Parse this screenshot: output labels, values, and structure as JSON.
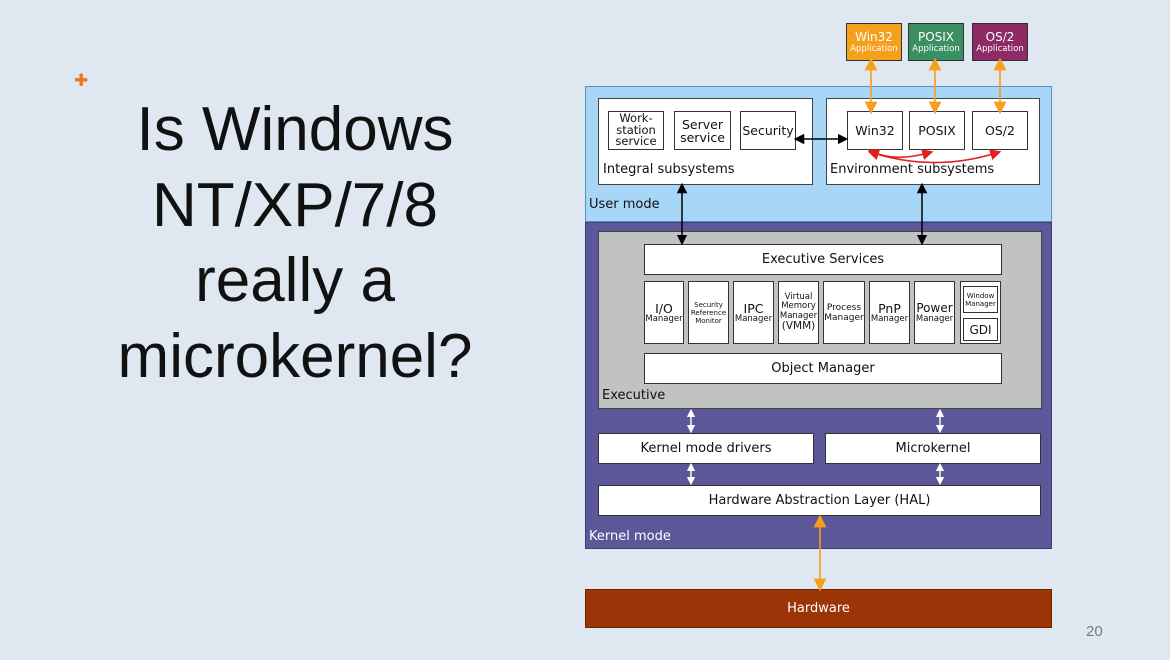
{
  "slide": {
    "bullet": "✚",
    "title_lines": [
      "Is Windows",
      "NT/XP/7/8",
      "really a",
      "microkernel?"
    ],
    "page_number": "20"
  },
  "diagram": {
    "applications": [
      {
        "name": "Win32",
        "sub": "Application",
        "color": "#f5a01c"
      },
      {
        "name": "POSIX",
        "sub": "Application",
        "color": "#3a8f63"
      },
      {
        "name": "OS/2",
        "sub": "Application",
        "color": "#8e2a66"
      }
    ],
    "user_mode": {
      "label": "User mode",
      "integral": {
        "label": "Integral subsystems",
        "boxes": [
          "Work-\nstation\nservice",
          "Server\nservice",
          "Security"
        ]
      },
      "environment": {
        "label": "Environment subsystems",
        "boxes": [
          "Win32",
          "POSIX",
          "OS/2"
        ]
      }
    },
    "kernel_mode": {
      "label": "Kernel mode",
      "executive": {
        "label": "Executive",
        "services": "Executive Services",
        "managers": [
          {
            "main": "I/O",
            "sub": "Manager"
          },
          {
            "lines": "Security\nReference\nMonitor"
          },
          {
            "main": "IPC",
            "sub": "Manager"
          },
          {
            "lines": "Virtual\nMemory\nManager",
            "main": "(VMM)"
          },
          {
            "lines": "Process\nManager"
          },
          {
            "main": "PnP",
            "sub": "Manager"
          },
          {
            "main": "Power",
            "sub": "Manager"
          }
        ],
        "window_manager": "Window\nManager",
        "gdi": "GDI",
        "object_manager": "Object Manager"
      },
      "kernel_mode_drivers": "Kernel mode drivers",
      "microkernel": "Microkernel",
      "hal": "Hardware Abstraction Layer (HAL)"
    },
    "hardware": "Hardware",
    "colors": {
      "user_mode_bg": "#a8d6f7",
      "kernel_mode_bg": "#5b5799",
      "executive_bg": "#c2c2c2",
      "hardware_bg": "#9b3507",
      "orange_arrow": "#f5a01c",
      "red_arrow": "#e02020"
    }
  }
}
